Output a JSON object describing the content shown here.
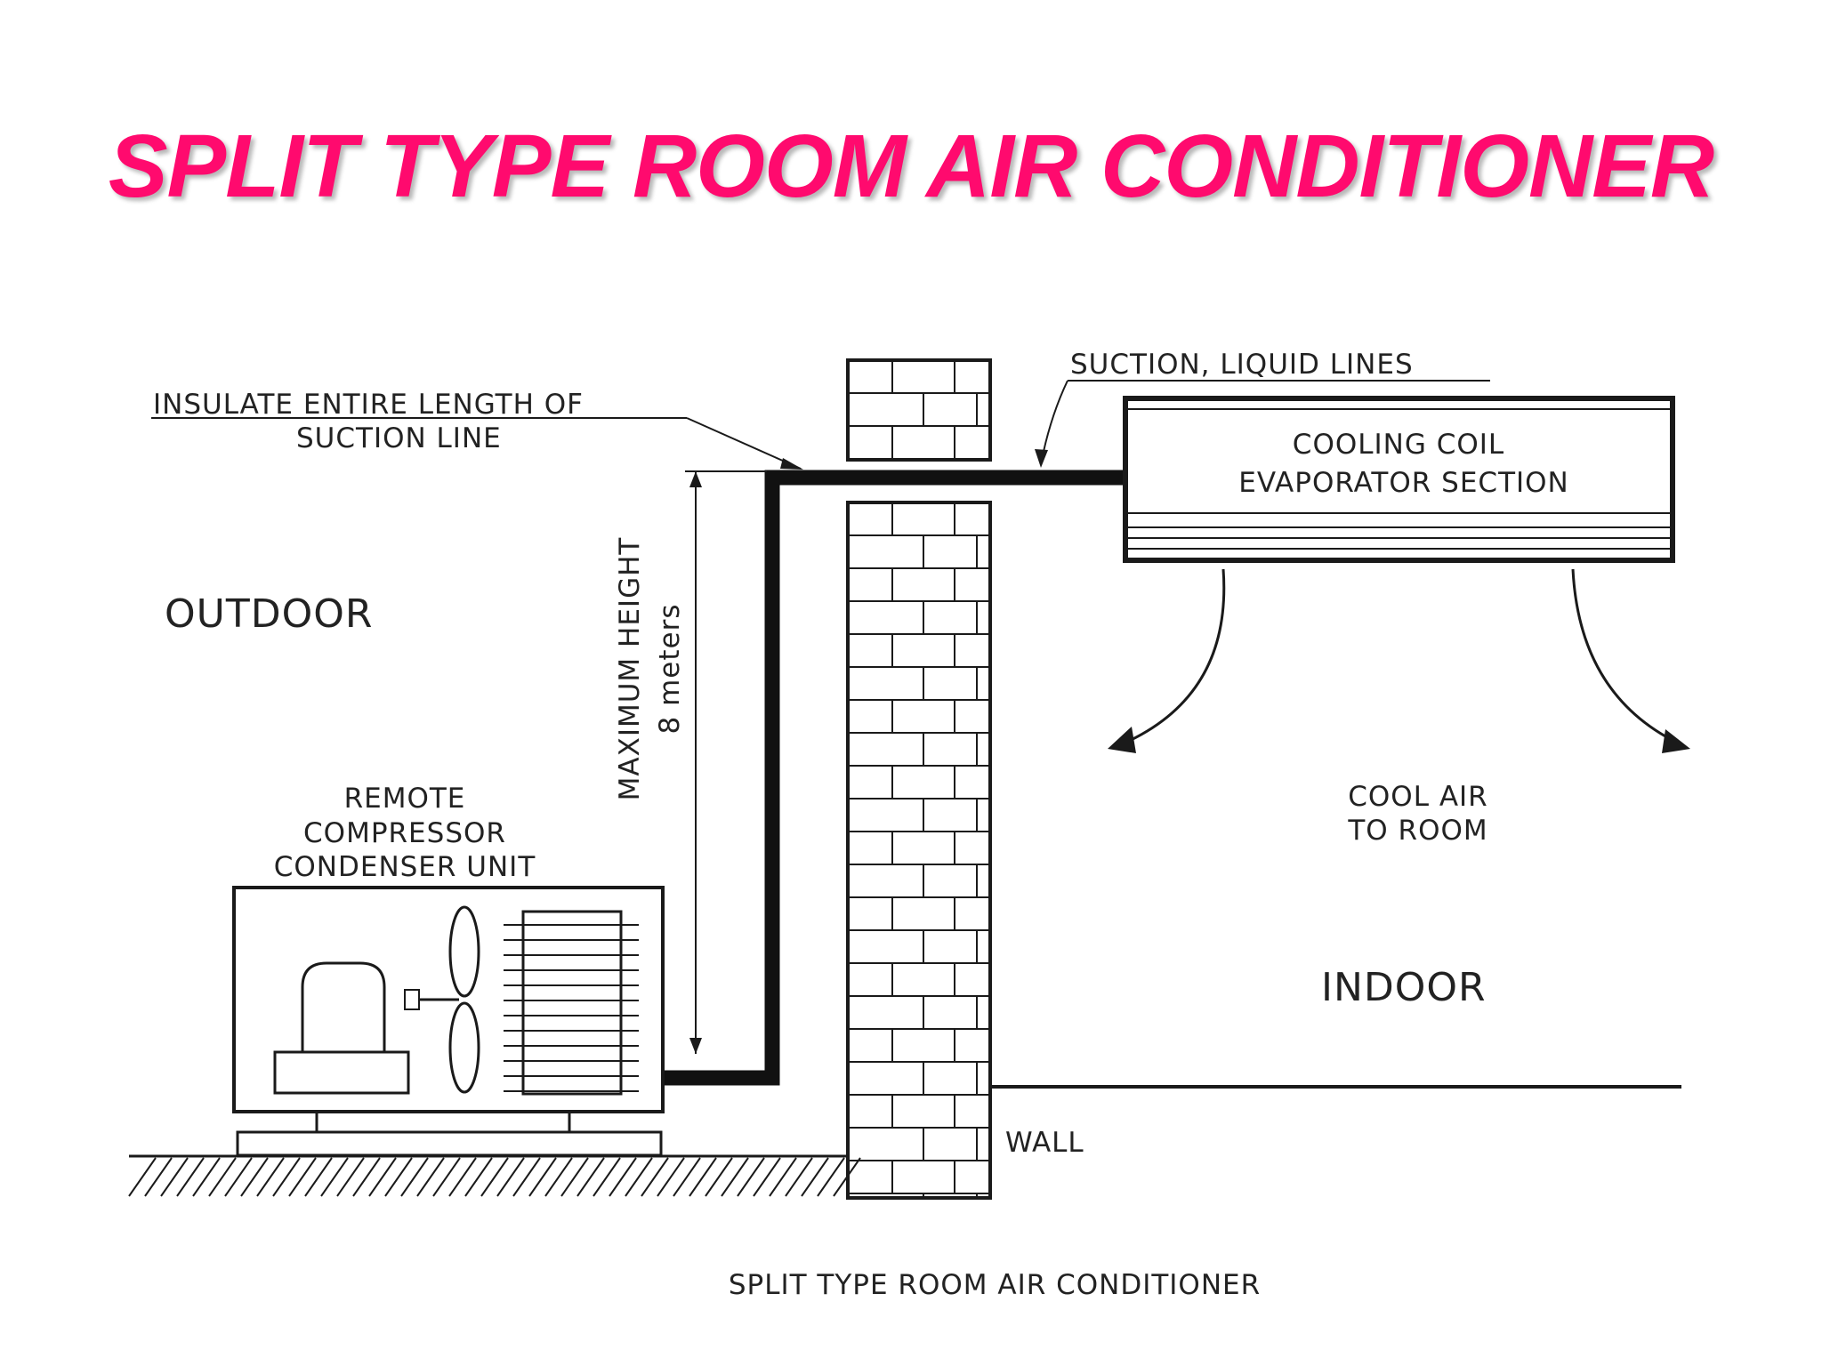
{
  "title": "SPLIT TYPE ROOM AIR CONDITIONER",
  "title_color": "#ff0a6e",
  "diagram": {
    "label_insulate_1": "INSULATE ENTIRE LENGTH OF",
    "label_insulate_2": "SUCTION LINE",
    "label_suction_liquid": "SUCTION, LIQUID LINES",
    "label_coil_1": "COOLING COIL",
    "label_coil_2": "EVAPORATOR SECTION",
    "label_outdoor": "OUTDOOR",
    "label_max_height_1": "MAXIMUM HEIGHT",
    "label_max_height_2": "8 meters",
    "label_remote_1": "REMOTE",
    "label_remote_2": "COMPRESSOR",
    "label_remote_3": "CONDENSER UNIT",
    "label_cool_air_1": "COOL AIR",
    "label_cool_air_2": "TO ROOM",
    "label_indoor": "INDOOR",
    "label_wall": "WALL",
    "caption": "SPLIT TYPE ROOM AIR CONDITIONER"
  }
}
